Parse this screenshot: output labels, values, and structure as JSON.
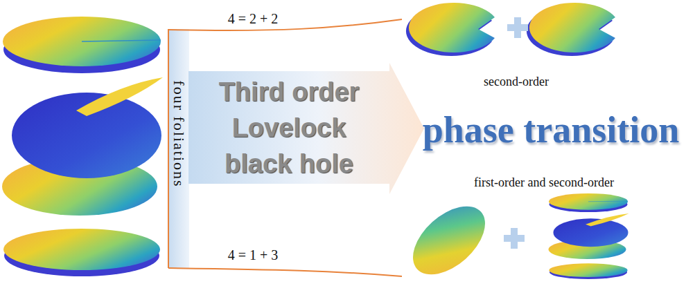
{
  "diagram": {
    "nodes": [
      {
        "text": [
          "four foliations"
        ]
      },
      {
        "text": [
          "Third order Lovelock black hole"
        ]
      }
    ],
    "labels": [
      "4 = 2 + 2",
      "4 = 1 + 3",
      "second-order",
      "phase transition",
      "first-order and second-order"
    ]
  }
}
